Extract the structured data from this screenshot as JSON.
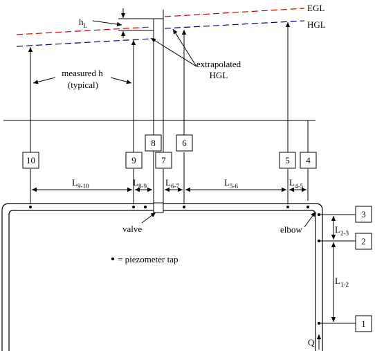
{
  "lines": {
    "egl_label": "EGL",
    "hgl_label": "HGL",
    "egl_color": "#cc0000",
    "hgl_color": "#000080"
  },
  "annotations": {
    "head_loss_main": "h",
    "head_loss_sub": "L",
    "extrapolated_line1": "extrapolated",
    "extrapolated_line2": "HGL",
    "measured_line1": "measured h",
    "measured_line2": "(typical)",
    "valve": "valve",
    "elbow": "elbow",
    "legend_bullet": "•",
    "legend_text": "= piezometer tap",
    "flow": "Q"
  },
  "piezometers": [
    {
      "id": "p10",
      "label": "10"
    },
    {
      "id": "p9",
      "label": "9"
    },
    {
      "id": "p8",
      "label": "8"
    },
    {
      "id": "p7",
      "label": "7"
    },
    {
      "id": "p6",
      "label": "6"
    },
    {
      "id": "p5",
      "label": "5"
    },
    {
      "id": "p4",
      "label": "4"
    },
    {
      "id": "p3",
      "label": "3"
    },
    {
      "id": "p2",
      "label": "2"
    },
    {
      "id": "p1",
      "label": "1"
    }
  ],
  "lengths": [
    {
      "main": "L",
      "sub": "9-10"
    },
    {
      "main": "L",
      "sub": "8-9"
    },
    {
      "main": "L",
      "sub": "6-7"
    },
    {
      "main": "L",
      "sub": "5-6"
    },
    {
      "main": "L",
      "sub": "4-5"
    },
    {
      "main": "L",
      "sub": "2-3"
    },
    {
      "main": "L",
      "sub": "1-2"
    }
  ]
}
